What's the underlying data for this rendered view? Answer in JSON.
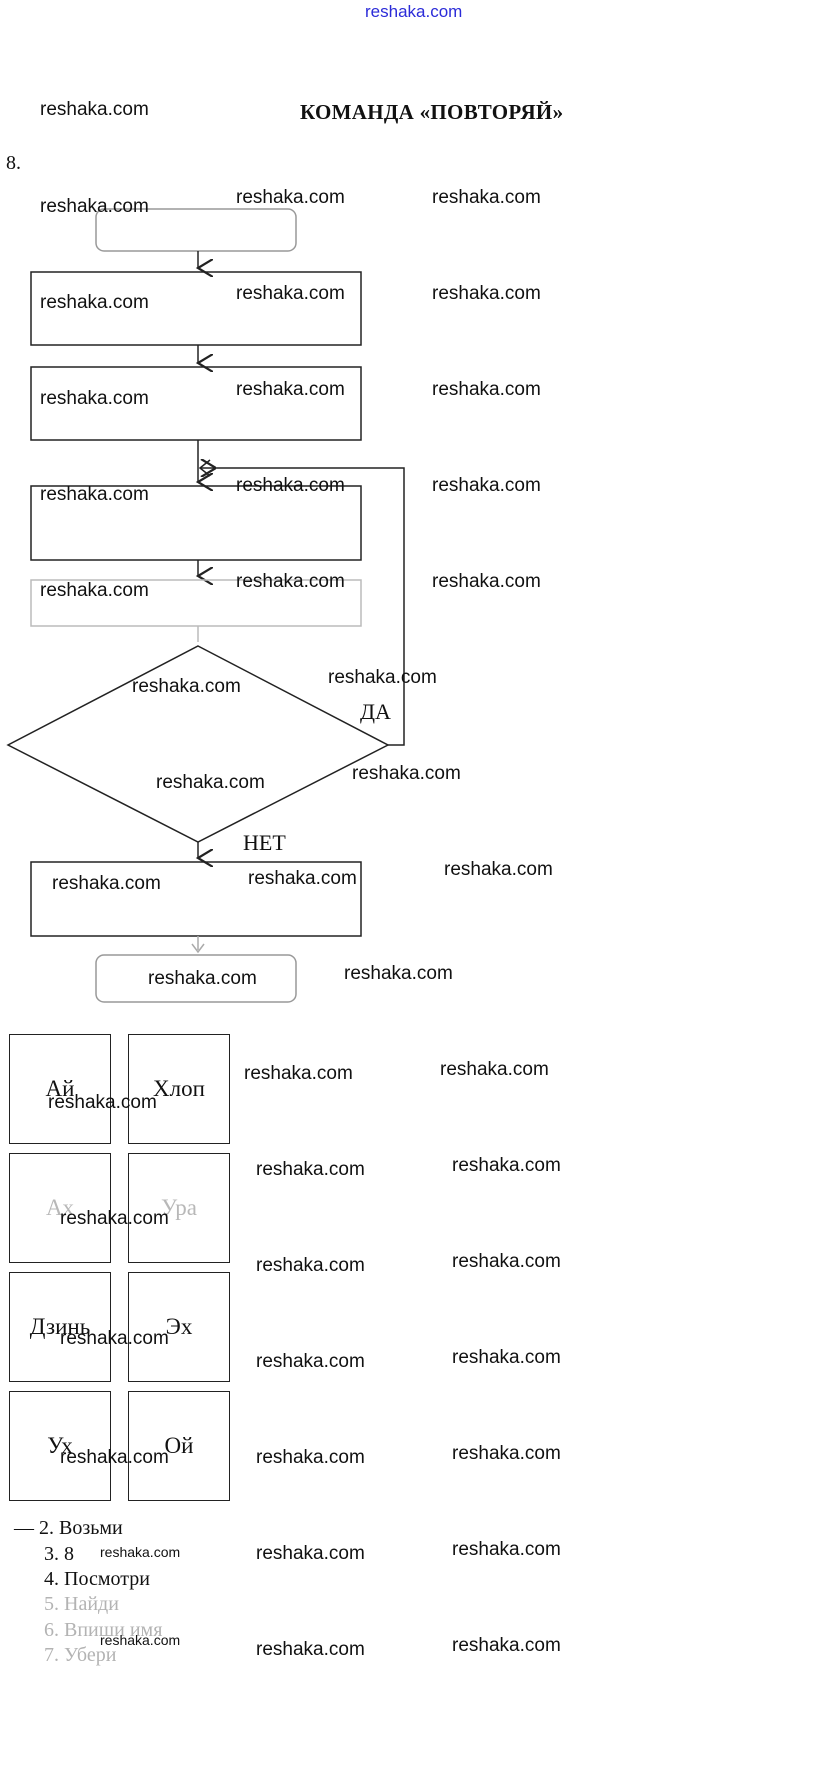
{
  "header": {
    "site_link": "reshaka.com"
  },
  "title": "КОМАНДА «ПОВТОРЯЙ»",
  "task_number": "8.",
  "flowchart": {
    "yes_label": "ДА",
    "no_label": "НЕТ"
  },
  "words": {
    "row1": [
      "Ай",
      "Хлоп"
    ],
    "row2": [
      "Ах",
      "Ура"
    ],
    "row3": [
      "Дзинь",
      "Эх"
    ],
    "row4": [
      "Ух",
      "Ой"
    ]
  },
  "steps": [
    "— 2. Возьми",
    "3. 8",
    "4. Посмотри",
    "5. Найди",
    "6. Впиши имя",
    "7. Убери"
  ],
  "watermark": "reshaka.com"
}
